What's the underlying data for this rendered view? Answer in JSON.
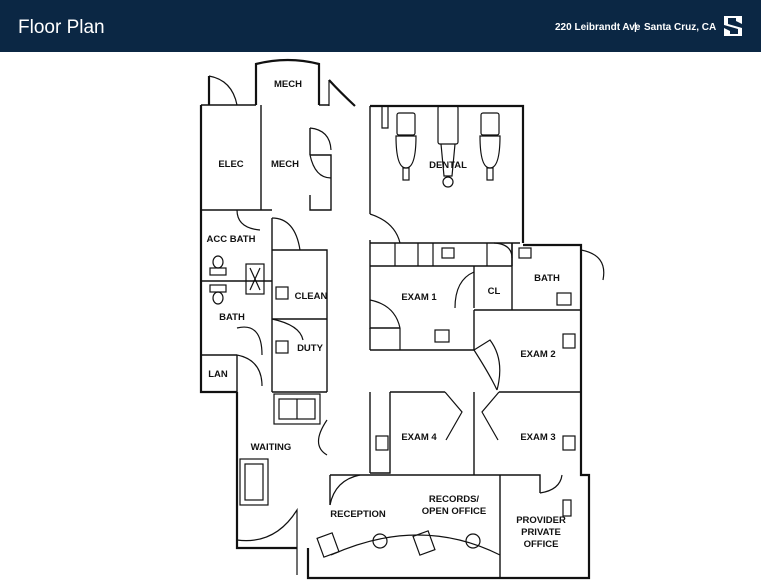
{
  "header": {
    "title": "Floor Plan",
    "address": "220 Leibrandt Ave",
    "separator": "|",
    "city": "Santa Cruz, CA",
    "background": "#0b2744"
  },
  "rooms": {
    "mech_top": "MECH",
    "elec": "ELEC",
    "mech": "MECH",
    "dental": "DENTAL",
    "acc_bath": "ACC BATH",
    "bath_left": "BATH",
    "clean": "CLEAN",
    "duty": "DUTY",
    "lan": "LAN",
    "exam1": "EXAM 1",
    "cl": "CL",
    "bath_right": "BATH",
    "exam2": "EXAM 2",
    "exam3": "EXAM 3",
    "exam4": "EXAM 4",
    "waiting": "WAITING",
    "records_line1": "RECORDS/",
    "records_line2": "OPEN OFFICE",
    "reception": "RECEPTION",
    "provider_line1": "PROVIDER",
    "provider_line2": "PRIVATE",
    "provider_line3": "OFFICE"
  }
}
